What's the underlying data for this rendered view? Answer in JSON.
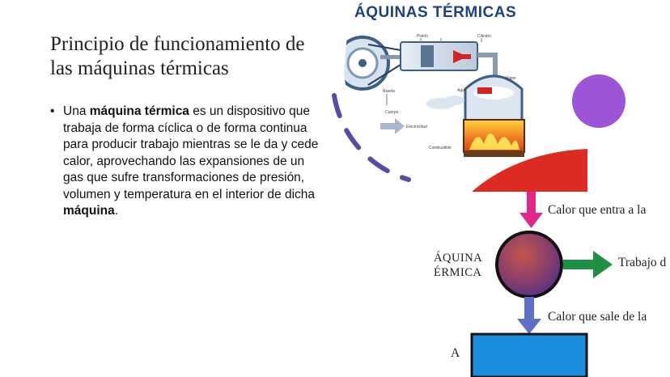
{
  "slide": {
    "title": "Principio de funcionamiento de las máquinas térmicas",
    "bullet": {
      "t1": "Una ",
      "b1": "máquina térmica",
      "t2": " es un dispositivo que trabaja de forma cíclica o de forma continua para producir trabajo mientras se le da y cede calor, aprovechando las expansiones de un gas que sufre transformaciones de presión, volumen y temperatura en el interior de dicha ",
      "b2": "máquina",
      "t3": "."
    }
  },
  "engine_image": {
    "title": "ÁQUINAS TÉRMICAS",
    "labels": [
      "Rueda",
      "Pistón",
      "Cilindro",
      "Cuerpo",
      "Agua",
      "Vapor",
      "Electricidad",
      "Combustible"
    ]
  },
  "heat_diagram": {
    "calor_entra": "Calor que entra a la",
    "trabajo": "Trabajo d",
    "calor_sale": "Calor que sale de la",
    "maquina_line1": "ÁQUINA",
    "maquina_line2": "ÉRMICA",
    "bottom_label": "A"
  },
  "colors": {
    "hot_reservoir": "#dd2a22",
    "cold_reservoir": "#1b8ee0",
    "arrow_in": "#e0288a",
    "arrow_work": "#1f8f45",
    "arrow_out": "#5f6fc6",
    "accent_purple": "#9c55d6",
    "dashed_arc": "#5b4aa8"
  }
}
